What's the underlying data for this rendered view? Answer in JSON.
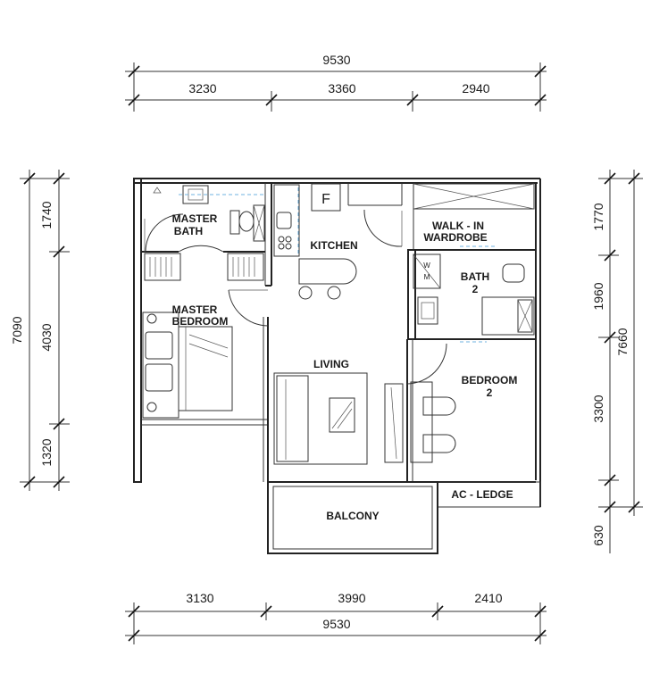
{
  "dimensions": {
    "top_total": "9530",
    "top_segments": [
      "3230",
      "3360",
      "2940"
    ],
    "bottom_segments": [
      "3130",
      "3990",
      "2410"
    ],
    "bottom_total": "9530",
    "left_total": "7090",
    "left_segments": [
      "1740",
      "4030",
      "1320"
    ],
    "right_segments": [
      "1770",
      "1960",
      "3300",
      "630"
    ],
    "right_total": "7660"
  },
  "rooms": {
    "master_bath": [
      "MASTER",
      "BATH"
    ],
    "kitchen": "KITCHEN",
    "walk_in_wardrobe": [
      "WALK - IN",
      "WARDROBE"
    ],
    "bath_2": [
      "BATH",
      "2"
    ],
    "master_bedroom": [
      "MASTER",
      "BEDROOM"
    ],
    "living": "LIVING",
    "bedroom_2": [
      "BEDROOM",
      "2"
    ],
    "ac_ledge": "AC - LEDGE",
    "balcony": "BALCONY"
  },
  "fixture_letters": {
    "fridge": "F",
    "washer": "W",
    "wardrobe_m": "M"
  }
}
